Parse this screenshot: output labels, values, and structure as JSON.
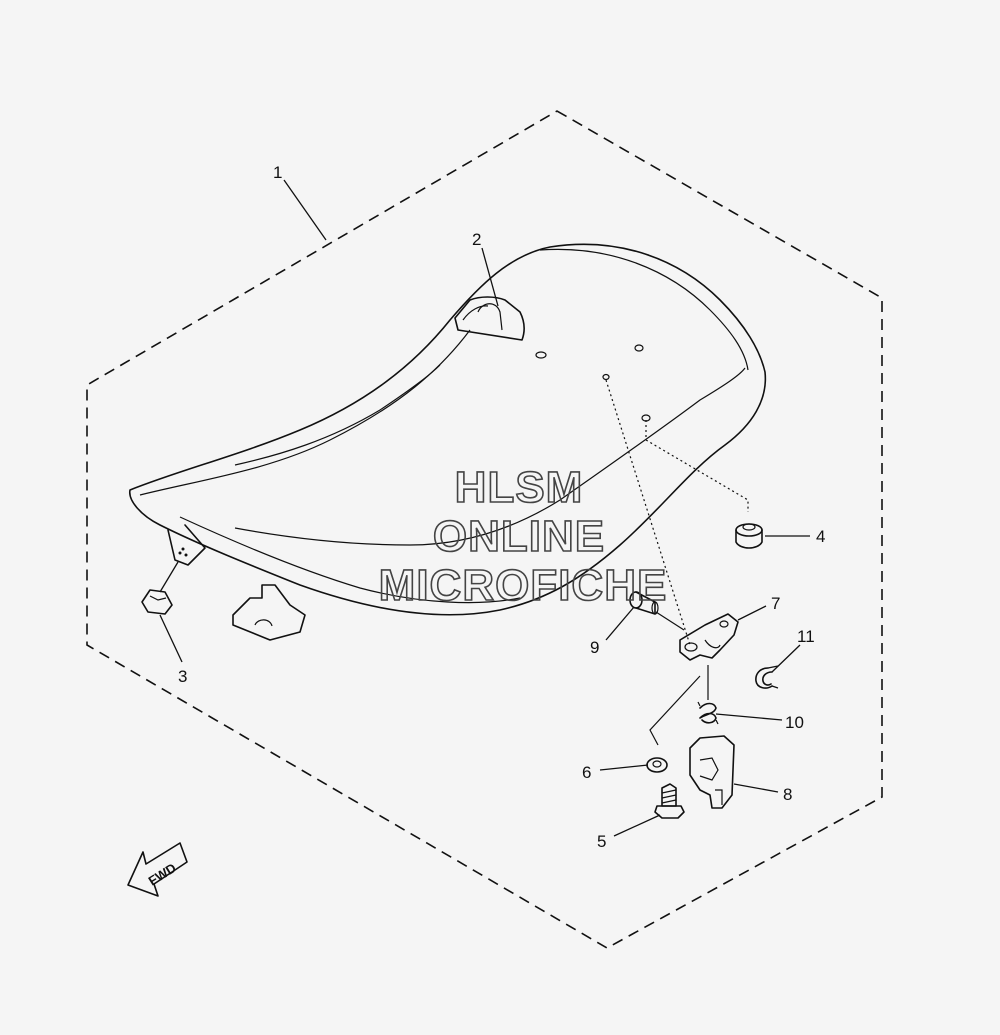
{
  "diagram": {
    "callouts": [
      {
        "id": "1",
        "label": "1"
      },
      {
        "id": "2",
        "label": "2"
      },
      {
        "id": "3",
        "label": "3"
      },
      {
        "id": "4",
        "label": "4"
      },
      {
        "id": "5",
        "label": "5"
      },
      {
        "id": "6",
        "label": "6"
      },
      {
        "id": "7",
        "label": "7"
      },
      {
        "id": "8",
        "label": "8"
      },
      {
        "id": "9",
        "label": "9"
      },
      {
        "id": "10",
        "label": "10"
      },
      {
        "id": "11",
        "label": "11"
      }
    ],
    "watermark": {
      "line1": "HLSM",
      "line2": "ONLINE",
      "line3": "MICROFICHE"
    },
    "direction_arrow": {
      "label": "FWD"
    }
  }
}
